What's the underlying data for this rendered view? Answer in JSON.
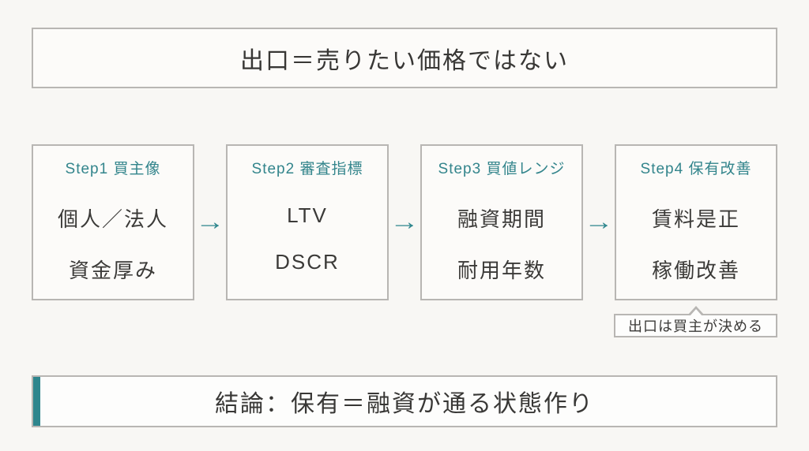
{
  "palette": {
    "background": "#f8f7f4",
    "panel": "#fcfbf9",
    "border_gray": "#b8b6b3",
    "accent_teal": "#2e868d",
    "text_dark": "#3b3a38"
  },
  "title": {
    "text": "出口＝売りたい価格ではない"
  },
  "steps": [
    {
      "header": "Step1 買主像",
      "lines": [
        "個人／法人",
        "資金厚み"
      ]
    },
    {
      "header": "Step2 審査指標",
      "lines": [
        "LTV",
        "DSCR"
      ]
    },
    {
      "header": "Step3 買値レンジ",
      "lines": [
        "融資期間",
        "耐用年数"
      ]
    },
    {
      "header": "Step4 保有改善",
      "lines": [
        "賃料是正",
        "稼働改善"
      ]
    }
  ],
  "icons": {
    "step_arrow": "→"
  },
  "callout": {
    "text": "出口は買主が決める"
  },
  "conclusion": {
    "text": "結論：保有＝融資が通る状態作り"
  }
}
